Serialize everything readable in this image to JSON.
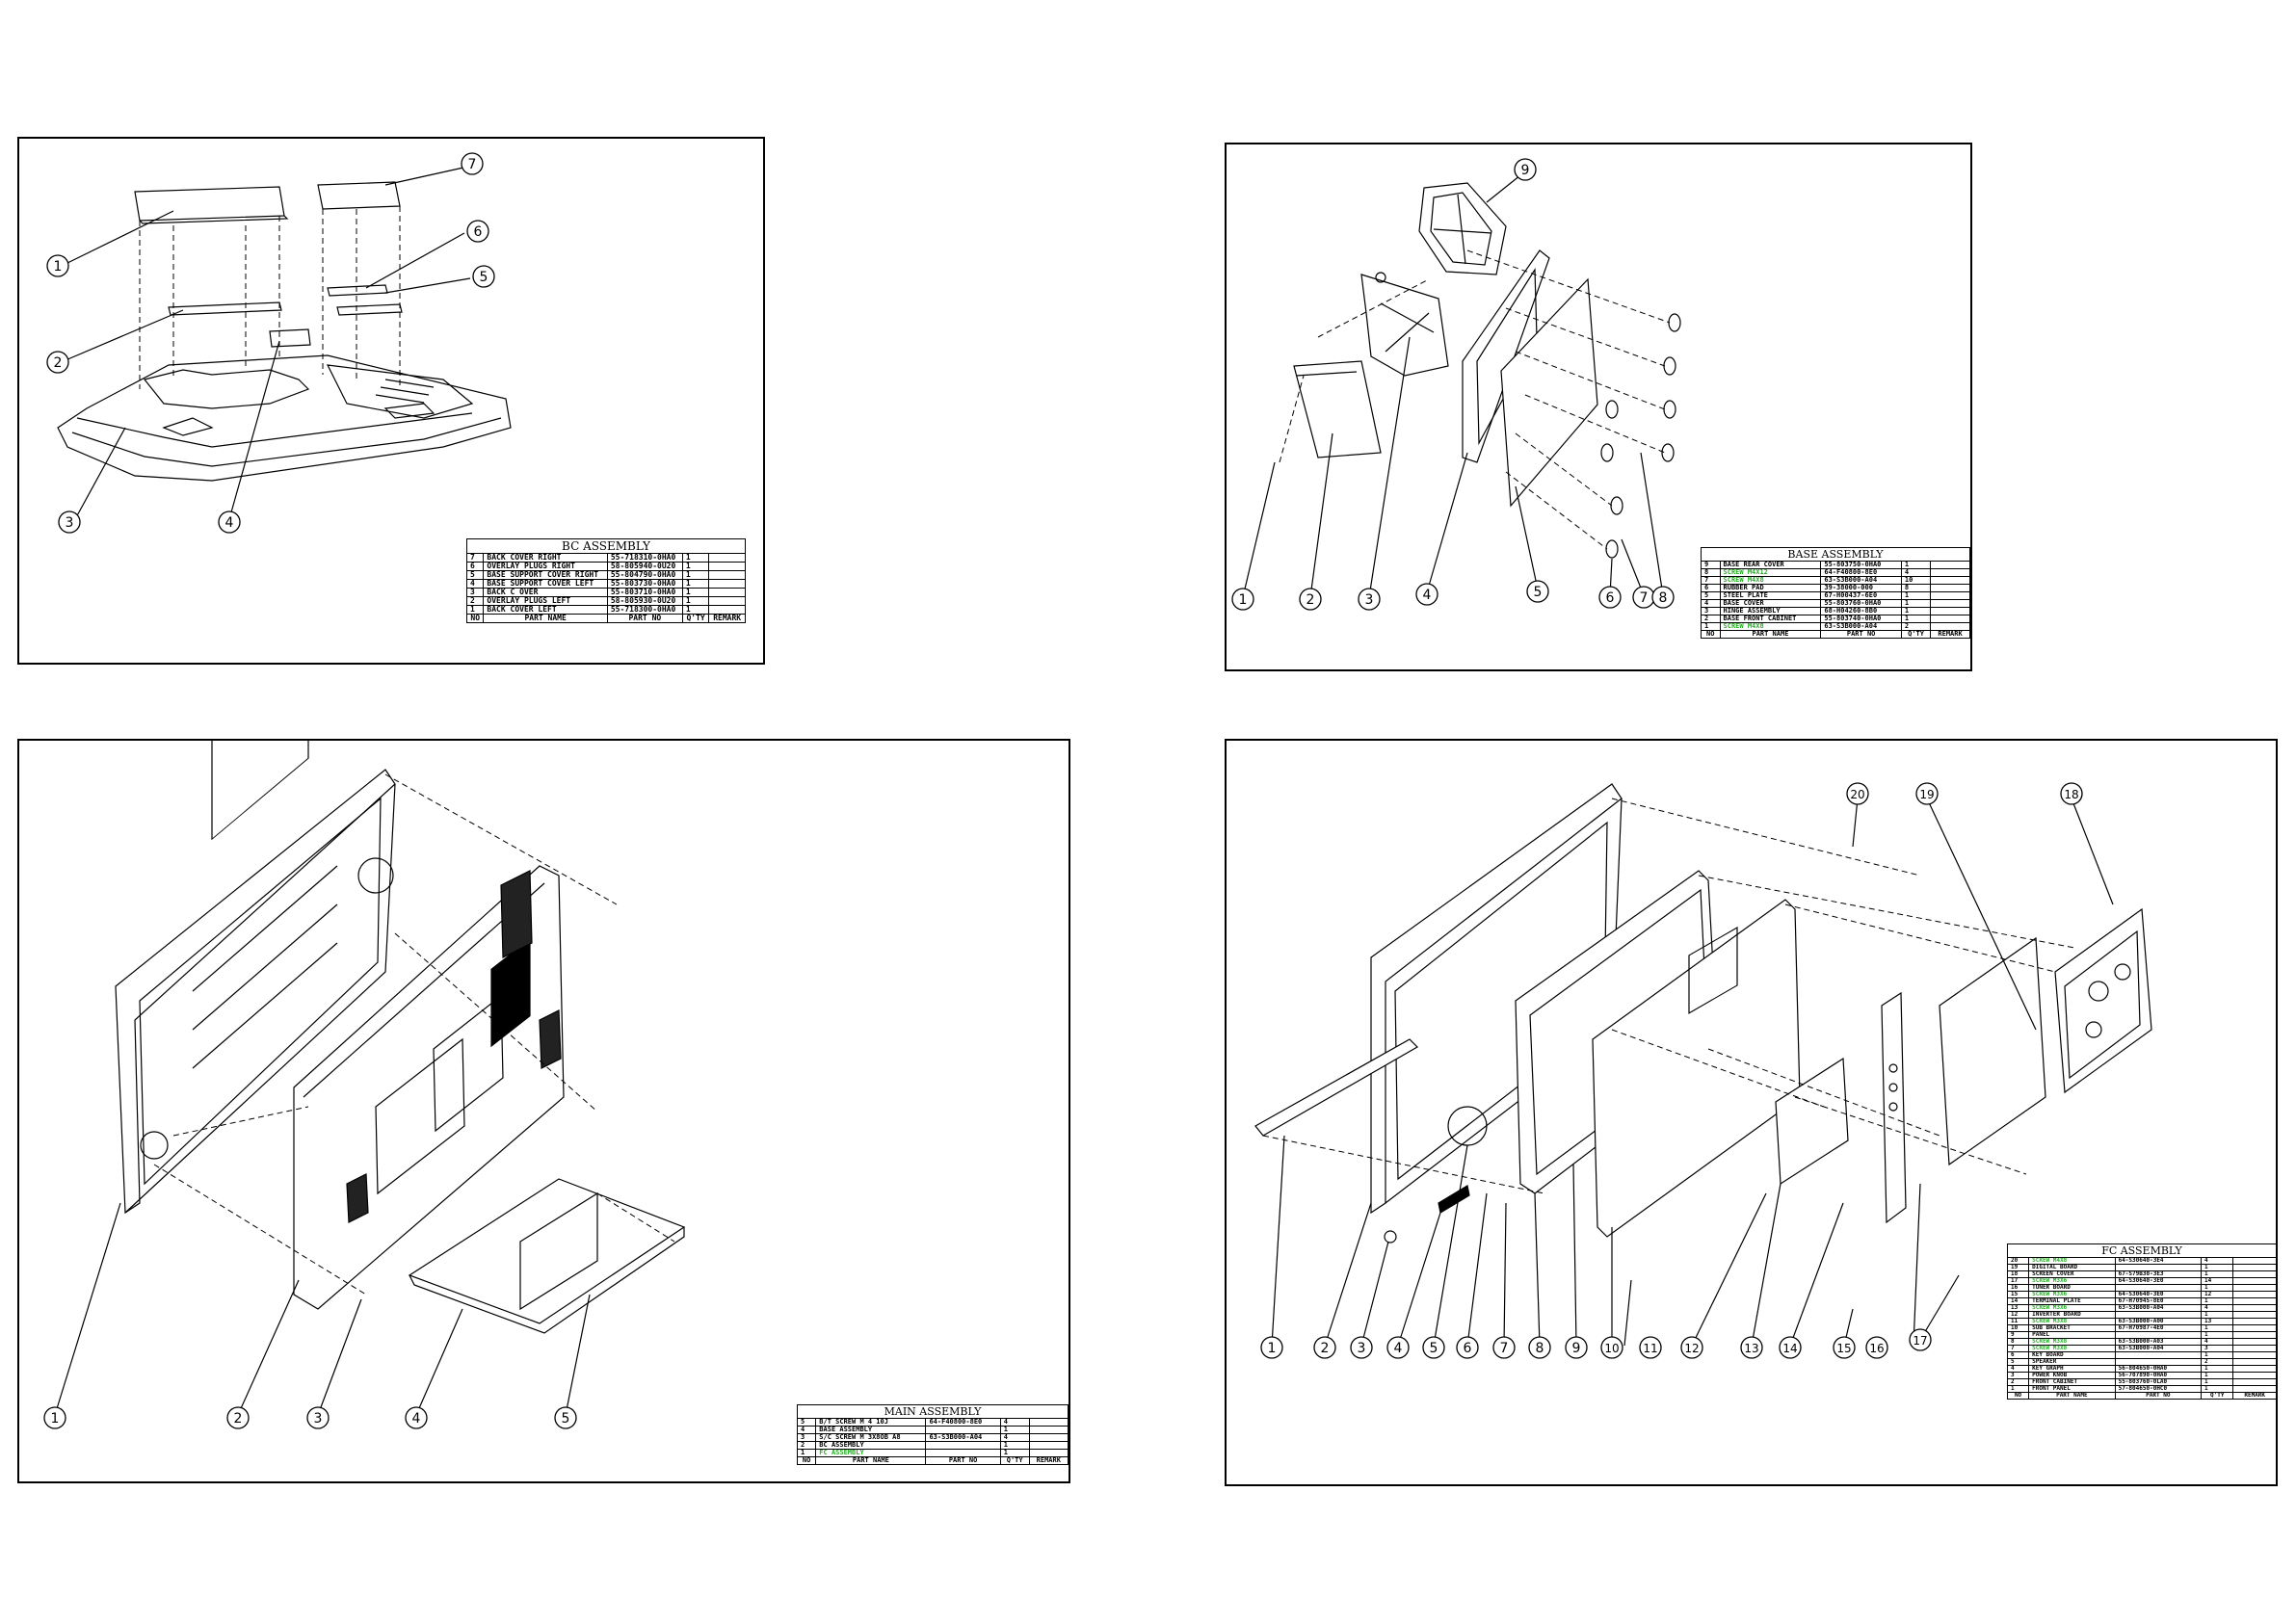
{
  "panels": {
    "bc": {
      "title": "BC ASSEMBLY",
      "headers": [
        "NO",
        "PART NAME",
        "PART NO",
        "Q'TY",
        "REMARK"
      ],
      "rows": [
        [
          "7",
          "BACK COVER RIGHT",
          "55-718310-0HA0",
          "1",
          ""
        ],
        [
          "6",
          "OVERLAY PLUGS RIGHT",
          "58-805940-0U20",
          "1",
          ""
        ],
        [
          "5",
          "BASE SUPPORT COVER RIGHT",
          "55-804790-0HA0",
          "1",
          ""
        ],
        [
          "4",
          "BASE SUPPORT COVER LEFT",
          "55-803730-0HA0",
          "1",
          ""
        ],
        [
          "3",
          "BACK C OVER",
          "55-803710-0HA0",
          "1",
          ""
        ],
        [
          "2",
          "OVERLAY PLUGS LEFT",
          "58-805930-0U20",
          "1",
          ""
        ],
        [
          "1",
          "BACK COVER LEFT",
          "55-718300-0HA0",
          "1",
          ""
        ]
      ],
      "callouts": [
        "1",
        "2",
        "3",
        "4",
        "5",
        "6",
        "7"
      ]
    },
    "base": {
      "title": "BASE ASSEMBLY",
      "headers": [
        "NO",
        "PART NAME",
        "PART NO",
        "Q'TY",
        "REMARK"
      ],
      "rows": [
        [
          "9",
          "BASE REAR COVER",
          "55-803750-0HA0",
          "1",
          ""
        ],
        [
          "8",
          "SCREW M4X12",
          "64-F40800-8E0",
          "4",
          ""
        ],
        [
          "7",
          "SCREW M4X8",
          "63-S3B000-A04",
          "10",
          ""
        ],
        [
          "6",
          "RUBBER PAD",
          "39-38000-000",
          "8",
          ""
        ],
        [
          "5",
          "STEEL PLATE",
          "67-H00437-6E0",
          "1",
          ""
        ],
        [
          "4",
          "BASE COVER",
          "55-803760-0HA0",
          "1",
          ""
        ],
        [
          "3",
          "HINGE ASSEMBLY",
          "68-H04260-8B0",
          "1",
          ""
        ],
        [
          "2",
          "BASE FRONT CABINET",
          "55-803740-0HA0",
          "1",
          ""
        ],
        [
          "1",
          "SCREW M4X8",
          "63-S3B000-A04",
          "2",
          ""
        ]
      ],
      "callouts": [
        "1",
        "2",
        "3",
        "4",
        "5",
        "6",
        "7",
        "8",
        "9"
      ]
    },
    "main": {
      "title": "MAIN ASSEMBLY",
      "headers": [
        "NO",
        "PART NAME",
        "PART NO",
        "Q'TY",
        "REMARK"
      ],
      "rows": [
        [
          "5",
          "B/T SCREW M 4 10J",
          "64-F40800-8E0",
          "4",
          ""
        ],
        [
          "4",
          "BASE ASSEMBLY",
          "",
          "1",
          ""
        ],
        [
          "3",
          "S/C SCREW M 3X8OB A8",
          "63-S3B000-A04",
          "4",
          ""
        ],
        [
          "2",
          "BC ASSEMBLY",
          "",
          "1",
          ""
        ],
        [
          "1",
          "FC ASSEMBLY",
          "",
          "1",
          ""
        ]
      ],
      "callouts": [
        "1",
        "2",
        "3",
        "4",
        "5"
      ]
    },
    "fc": {
      "title": "FC ASSEMBLY",
      "headers": [
        "NO",
        "PART NAME",
        "PART NO",
        "Q'TY",
        "REMARK"
      ],
      "rows": [
        [
          "20",
          "SCREW M4X8",
          "64-S30640-3E4",
          "4",
          ""
        ],
        [
          "19",
          "DIGITAL BOARD",
          "",
          "1",
          ""
        ],
        [
          "18",
          "SCREEN COVER",
          "67-S79B30-3E3",
          "1",
          ""
        ],
        [
          "17",
          "SCREW M3X6",
          "64-S30640-3E0",
          "14",
          ""
        ],
        [
          "16",
          "TUNER BOARD",
          "",
          "1",
          ""
        ],
        [
          "15",
          "SCREW M3X6",
          "64-S30640-3E0",
          "12",
          ""
        ],
        [
          "14",
          "TERMINAL PLATE",
          "67-H70945-8E0",
          "1",
          ""
        ],
        [
          "13",
          "SCREW M3X6",
          "63-S3B000-A04",
          "4",
          ""
        ],
        [
          "12",
          "INVERTER BOARD",
          "",
          "1",
          ""
        ],
        [
          "11",
          "SCREW M3X8",
          "63-S3B000-A00",
          "13",
          ""
        ],
        [
          "10",
          "SUB BRACKET",
          "67-H70987-4E0",
          "1",
          ""
        ],
        [
          "9",
          "PANEL",
          "",
          "1",
          ""
        ],
        [
          "8",
          "SCREW M3X8",
          "63-S3B000-A03",
          "4",
          ""
        ],
        [
          "7",
          "SCREW M3X8",
          "63-S3B000-A04",
          "3",
          ""
        ],
        [
          "6",
          "KEY BOARD",
          "",
          "1",
          ""
        ],
        [
          "5",
          "SPEAKER",
          "",
          "2",
          ""
        ],
        [
          "4",
          "KEY GRAPH",
          "56-804650-0HA0",
          "1",
          ""
        ],
        [
          "3",
          "POWER KNOB",
          "56-707890-0HA0",
          "1",
          ""
        ],
        [
          "2",
          "FRONT CABINET",
          "55-803760-0LA0",
          "1",
          ""
        ],
        [
          "1",
          "FRONT PANEL",
          "57-804650-0HC0",
          "1",
          ""
        ]
      ],
      "callouts": [
        "1",
        "2",
        "3",
        "4",
        "5",
        "6",
        "7",
        "8",
        "9",
        "10",
        "11",
        "12",
        "13",
        "14",
        "15",
        "16",
        "17",
        "18",
        "19",
        "20"
      ]
    }
  },
  "colors": {
    "line": "#000000",
    "highlight": "#24b224",
    "background": "#ffffff"
  }
}
